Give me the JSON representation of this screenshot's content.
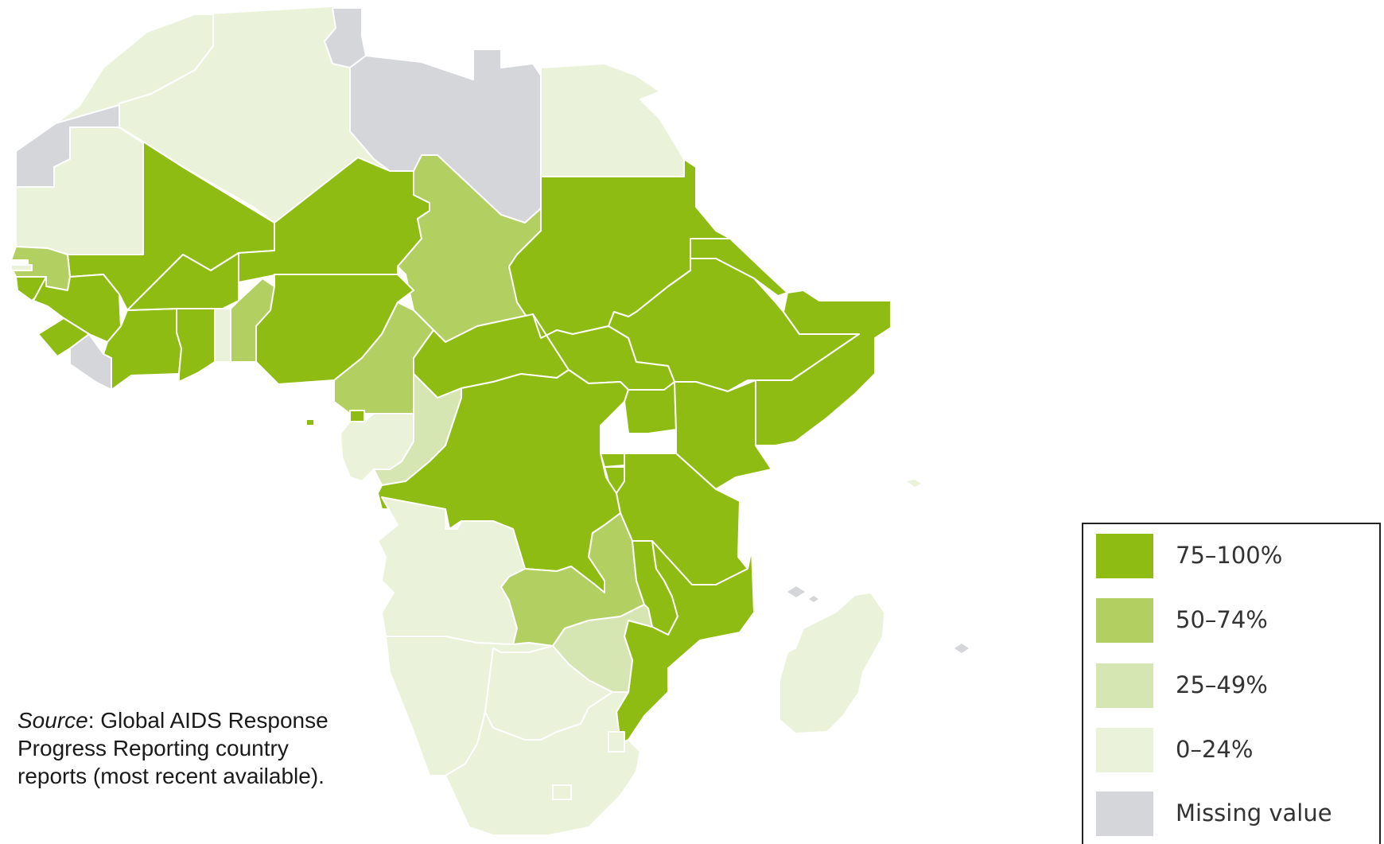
{
  "source_note": {
    "label": "Source",
    "text": ": Global AIDS Response Progress Reporting country reports (most recent available)."
  },
  "legend": {
    "items": [
      {
        "label": "75–100%",
        "color": "#8fbc12"
      },
      {
        "label": "50–74%",
        "color": "#b2cf62"
      },
      {
        "label": "25–49%",
        "color": "#d6e6b3"
      },
      {
        "label": "0–24%",
        "color": "#ebf2da"
      },
      {
        "label": "Missing value",
        "color": "#d4d6da"
      }
    ]
  },
  "map": {
    "bins": {
      "high": "#8fbc12",
      "mid": "#b2cf62",
      "low": "#d6e6b3",
      "vlow": "#ebf2da",
      "missing": "#d4d6da"
    },
    "countries": {
      "morocco": "vlow",
      "western-sahara": "missing",
      "mauritania": "vlow",
      "algeria": "vlow",
      "tunisia": "missing",
      "libya": "missing",
      "egypt": "vlow",
      "mali": "high",
      "niger": "high",
      "chad": "mid",
      "sudan": "high",
      "eritrea": "high",
      "ethiopia": "high",
      "djibouti": "vlow",
      "somalia": "high",
      "senegal": "mid",
      "gambia": "vlow",
      "guinea-bissau": "high",
      "guinea": "high",
      "sierra-leone": "high",
      "liberia": "missing",
      "cote-divoire": "high",
      "burkina-faso": "high",
      "ghana": "high",
      "togo": "vlow",
      "benin": "mid",
      "nigeria": "high",
      "cameroon": "mid",
      "central-african-republic": "high",
      "south-sudan": "high",
      "equatorial-guinea": "high",
      "gabon": "vlow",
      "congo": "low",
      "drc": "high",
      "uganda": "high",
      "kenya": "high",
      "rwanda": "high",
      "burundi": "high",
      "tanzania": "high",
      "angola": "vlow",
      "zambia": "mid",
      "malawi": "high",
      "mozambique": "high",
      "zimbabwe": "low",
      "namibia": "vlow",
      "botswana": "vlow",
      "south-africa": "vlow",
      "lesotho": "vlow",
      "swaziland": "vlow",
      "madagascar": "vlow",
      "comoros": "missing",
      "mauritius": "missing",
      "seychelles": "vlow",
      "sao-tome": "high"
    }
  }
}
